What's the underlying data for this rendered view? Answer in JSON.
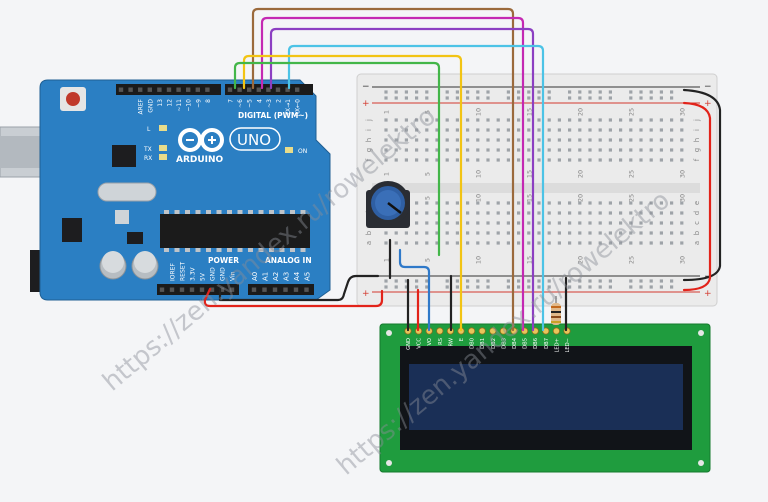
{
  "arduino": {
    "brand": "ARDUINO",
    "model": "UNO",
    "digital_label": "DIGITAL (PWM~)",
    "power_label": "POWER",
    "analog_label": "ANALOG IN",
    "on_label": "ON",
    "l_label": "L",
    "tx_label": "TX",
    "rx_label": "RX",
    "top_pin_labels": [
      "AREF",
      "GND",
      "13",
      "12",
      "~11",
      "~10",
      "~9",
      "8",
      "7",
      "~6",
      "~5",
      "4",
      "~3",
      "2",
      "TX→1",
      "RX←0"
    ],
    "power_pin_labels": [
      "IOREF",
      "RESET",
      "3.3V",
      "5V",
      "GND",
      "GND",
      "Vin"
    ],
    "analog_pin_labels": [
      "A0",
      "A1",
      "A2",
      "A3",
      "A4",
      "A5"
    ]
  },
  "breadboard": {
    "row_letters_top": [
      "j",
      "i",
      "h",
      "g",
      "f"
    ],
    "row_letters_bottom": [
      "e",
      "d",
      "c",
      "b",
      "a"
    ],
    "column_numbers": [
      "1",
      "5",
      "10",
      "15",
      "20",
      "25",
      "30"
    ],
    "rail_plus": "+",
    "rail_minus": "−"
  },
  "lcd": {
    "pin_labels": [
      "GND",
      "VCC",
      "VO",
      "RS",
      "RW",
      "E",
      "DB0",
      "DB1",
      "DB2",
      "DB3",
      "DB4",
      "DB5",
      "DB6",
      "DB7",
      "LED+",
      "LED−"
    ]
  },
  "watermarks": [
    "https://zen.yandex.ru/rowelektro",
    "https://zen.yandex.ru/rowelektro"
  ],
  "colors": {
    "arduino_board": "#2b7fc3",
    "lcd_board": "#1f9c3e",
    "lcd_screen": "#1a2f56",
    "wire_brown": "#9b6a3c",
    "wire_magenta": "#c429b3",
    "wire_purple": "#8c3fc2",
    "wire_cyan": "#4cc3e6",
    "wire_yellow": "#f2c414",
    "wire_green": "#43b649",
    "wire_red": "#e2231a",
    "wire_black": "#222222",
    "wire_blue": "#2f79c9"
  }
}
